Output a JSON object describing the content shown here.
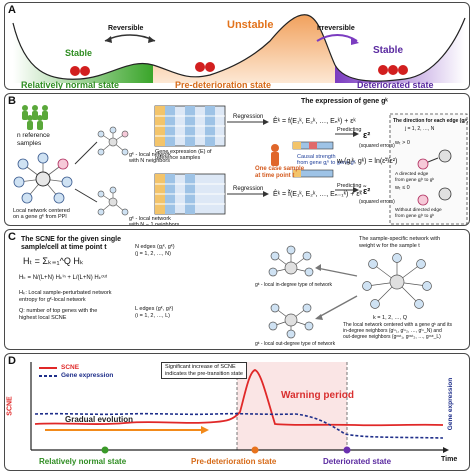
{
  "panel_a": {
    "label": "A",
    "stable_left": "Stable",
    "reversible": "Reversible",
    "unstable": "Unstable",
    "irreversible": "Irreversible",
    "stable_right": "Stable",
    "state_normal": "Relatively normal state",
    "state_pre": "Pre-deterioration state",
    "state_det": "Deteriorated state"
  },
  "panel_b": {
    "label": "B",
    "n_reference": "n reference\nsamples",
    "local_network_caption": "Local network centered\non a gene gᵏ from PPI",
    "gk_local_network": "gᵏ - local network\nwith N neighbors",
    "gk_local_network_n1": "gᵏ - local network\nwith N − 1 neighbors",
    "expression_matrix": "Gene expression (E) of\nreference samples",
    "regression": "Regression",
    "expression_of_gene": "The expression of gene gᵏ",
    "formula_top": "Êᵏ = f(E₁ᵏ, E₂ᵏ, …, Eₙᵏ) + εᵏ",
    "formula_bottom": "Êᵏ = f̃(E₁ᵏ, E₂ᵏ, …, Eₙ₋₁ᵏ) + ε̃ᵏ",
    "one_case_sample": "One case sample\nat time point t",
    "causal_strength": "Causal strength\nfrom gene gⱼᵏ to gene gᵏ",
    "causal_formula": "wₜ(gⱼᵏ, gᵏ) = ln(ε̃²/ε²)",
    "predicting": "Predicting",
    "eps_sq": "ε²",
    "eps_tilde_sq": "ε̃²",
    "squared_errors": "(squared errors)",
    "direction_title": "The direction for each edge (gⱼᵏ, gᵏ)",
    "direction_index": "j = 1, 2, …, N",
    "directed_edge": "A directed edge\nfrom gene gⱼᵏ to gᵏ",
    "without_directed_edge": "Without directed edge\nfrom gene gⱼᵏ to gᵏ",
    "w_gt_0": "wₜ > 0",
    "w_le_0": "wₜ ≤ 0"
  },
  "panel_c": {
    "label": "C",
    "scne_title": "The SCNE for the given single\nsample/cell at time point t",
    "scne_formula": "Hₜ = Σₖ₌₁^Q Hₖ",
    "hk_formula": "Hₖ = N/(L+N) Hₖⁱⁿ + L/(L+N) Hₖᵒᵘᵗ",
    "hk_def": "Hₖ: Local sample-perturbated network\nentropy for gᵏ-local network",
    "q_def": "Q: number of top genes with the\nhighest local SCNE",
    "n_edges": "N edges (gⱼᵏ, gᵏ)\n(j = 1, 2, …, N)",
    "l_edges": "L edges (gᵏ, gᵢᵏ)\n(i = 1, 2, …, L)",
    "in_degree": "gᵏ - local in-degree type of network",
    "out_degree": "gᵏ - local out-degree type of network",
    "specific_title": "The sample-specific network with\nweight w for the sample t",
    "local_desc": "The local network centered with a gene gᵏ and its\nin-degree neighbors (gⁱⁿ₁, gⁱⁿ₂, …, gⁱⁿ_N) and\nout-degree neighbors (gᵒᵘᵗ₁, gᵒᵘᵗ₂, …, gᵒᵘᵗ_L)",
    "k_range": "k = 1, 2, …, Q"
  },
  "panel_d": {
    "label": "D",
    "legend_scne": "SCNE",
    "legend_expr": "Gene expression",
    "annotation": "Significant increase of SCNE\nindicates the pre-transition state",
    "warning": "Warning period",
    "gradual": "Gradual evolution",
    "ylabel_left": "SCNE",
    "ylabel_right": "Gene expression",
    "xlabel": "Time",
    "state_normal": "Relatively normal state",
    "state_pre": "Pre-deterioration state",
    "state_det": "Deteriorated state"
  },
  "colors": {
    "green": "#3a9a28",
    "orange": "#e8731d",
    "purple": "#6a2fb0",
    "red": "#e02828",
    "navy": "#1f2f8a",
    "pink": "#f8dada"
  }
}
